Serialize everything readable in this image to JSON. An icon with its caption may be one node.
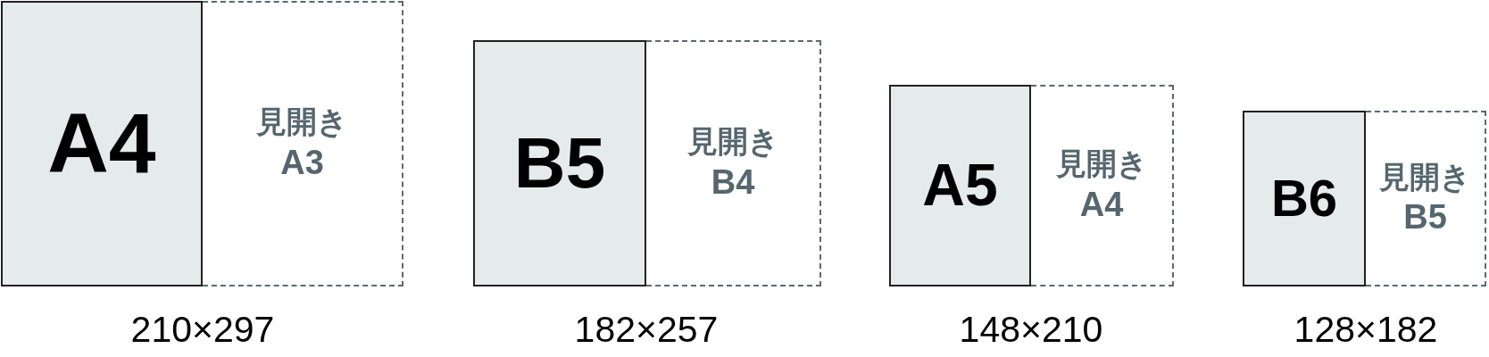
{
  "diagram": {
    "nodes": [
      {
        "text": [
          "A4"
        ]
      },
      {
        "text": [
          "見開き",
          "A3"
        ]
      },
      {
        "text": [
          "B5"
        ]
      },
      {
        "text": [
          "見開き",
          "B4"
        ]
      },
      {
        "text": [
          "A5"
        ]
      },
      {
        "text": [
          "見開き",
          "A4"
        ]
      },
      {
        "text": [
          "B6"
        ]
      },
      {
        "text": [
          "見開き",
          "B5"
        ]
      }
    ],
    "labels": [
      "210×297",
      "182×257",
      "148×210",
      "128×182"
    ]
  }
}
